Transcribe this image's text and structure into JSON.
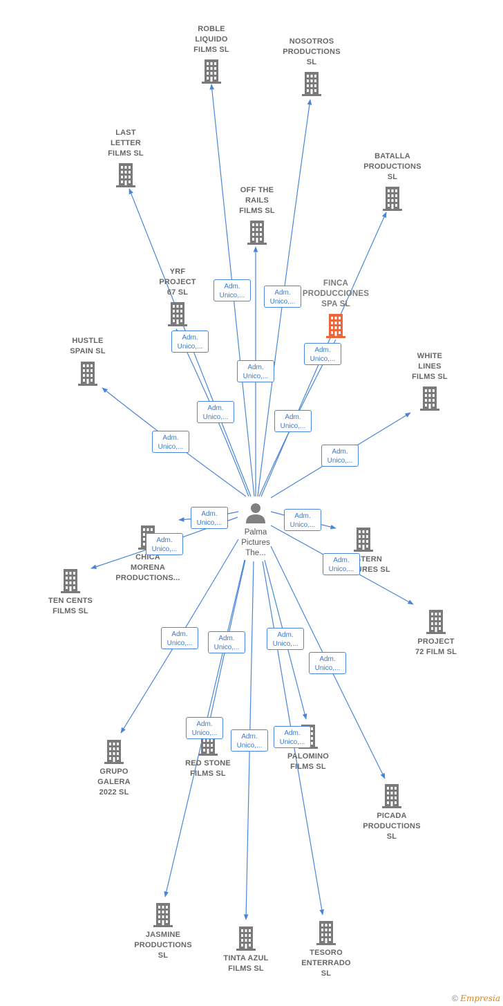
{
  "colors": {
    "edge": "#4a86d8",
    "building": "#7a7a7a",
    "focus_building": "#f0643a",
    "person": "#808080"
  },
  "center": {
    "name_lines": [
      "Palma",
      "Pictures",
      "The..."
    ],
    "icon": "person-icon"
  },
  "edge_label": [
    "Adm.",
    "Unico,..."
  ],
  "nodes": [
    {
      "id": "roble",
      "lines": [
        "ROBLE",
        "LIQUIDO",
        "FILMS  SL"
      ],
      "focus": false
    },
    {
      "id": "nosotros",
      "lines": [
        "NOSOTROS",
        "PRODUCTIONS",
        "SL"
      ],
      "focus": false
    },
    {
      "id": "last-letter",
      "lines": [
        "LAST",
        "LETTER",
        "FILMS  SL"
      ],
      "focus": false
    },
    {
      "id": "batalla",
      "lines": [
        "BATALLA",
        "PRODUCTIONS",
        "SL"
      ],
      "focus": false
    },
    {
      "id": "off-the-rails",
      "lines": [
        "OFF THE",
        "RAILS",
        "FILMS  SL"
      ],
      "focus": false
    },
    {
      "id": "yrf",
      "lines": [
        "YRF",
        "PROJECT",
        "67  SL"
      ],
      "focus": false
    },
    {
      "id": "finca",
      "lines": [
        "FINCA",
        "PRODUCCIONES",
        "SPA  SL"
      ],
      "focus": true
    },
    {
      "id": "hustle",
      "lines": [
        "HUSTLE",
        "SPAIN  SL"
      ],
      "focus": false
    },
    {
      "id": "white-lines",
      "lines": [
        "WHITE",
        "LINES",
        "FILMS  SL"
      ],
      "focus": false
    },
    {
      "id": "chica",
      "lines": [
        "CHICA",
        "MORENA",
        "PRODUCTIONS..."
      ],
      "focus": false
    },
    {
      "id": "ten-cents",
      "lines": [
        "TEN CENTS",
        "FILMS  SL"
      ],
      "focus": false
    },
    {
      "id": "eastern",
      "lines": [
        "EASTERN",
        "FEATURES  SL"
      ],
      "focus": false
    },
    {
      "id": "project72",
      "lines": [
        "PROJECT",
        "72 FILM  SL"
      ],
      "focus": false
    },
    {
      "id": "galera",
      "lines": [
        "GRUPO",
        "GALERA",
        "2022  SL"
      ],
      "focus": false
    },
    {
      "id": "red-stone",
      "lines": [
        "RED STONE",
        "FILMS  SL"
      ],
      "focus": false
    },
    {
      "id": "palomino",
      "lines": [
        "PALOMINO",
        "FILMS  SL"
      ],
      "focus": false
    },
    {
      "id": "picada",
      "lines": [
        "PICADA",
        "PRODUCTIONS",
        "SL"
      ],
      "focus": false
    },
    {
      "id": "jasmine",
      "lines": [
        "JASMINE",
        "PRODUCTIONS",
        "SL"
      ],
      "focus": false
    },
    {
      "id": "tinta-azul",
      "lines": [
        "TINTA AZUL",
        "FILMS  SL"
      ],
      "focus": false
    },
    {
      "id": "tesoro",
      "lines": [
        "TESORO",
        "ENTERRADO",
        "SL"
      ],
      "focus": false
    }
  ],
  "footer": {
    "copyright": "©",
    "brand": "Empresia"
  }
}
